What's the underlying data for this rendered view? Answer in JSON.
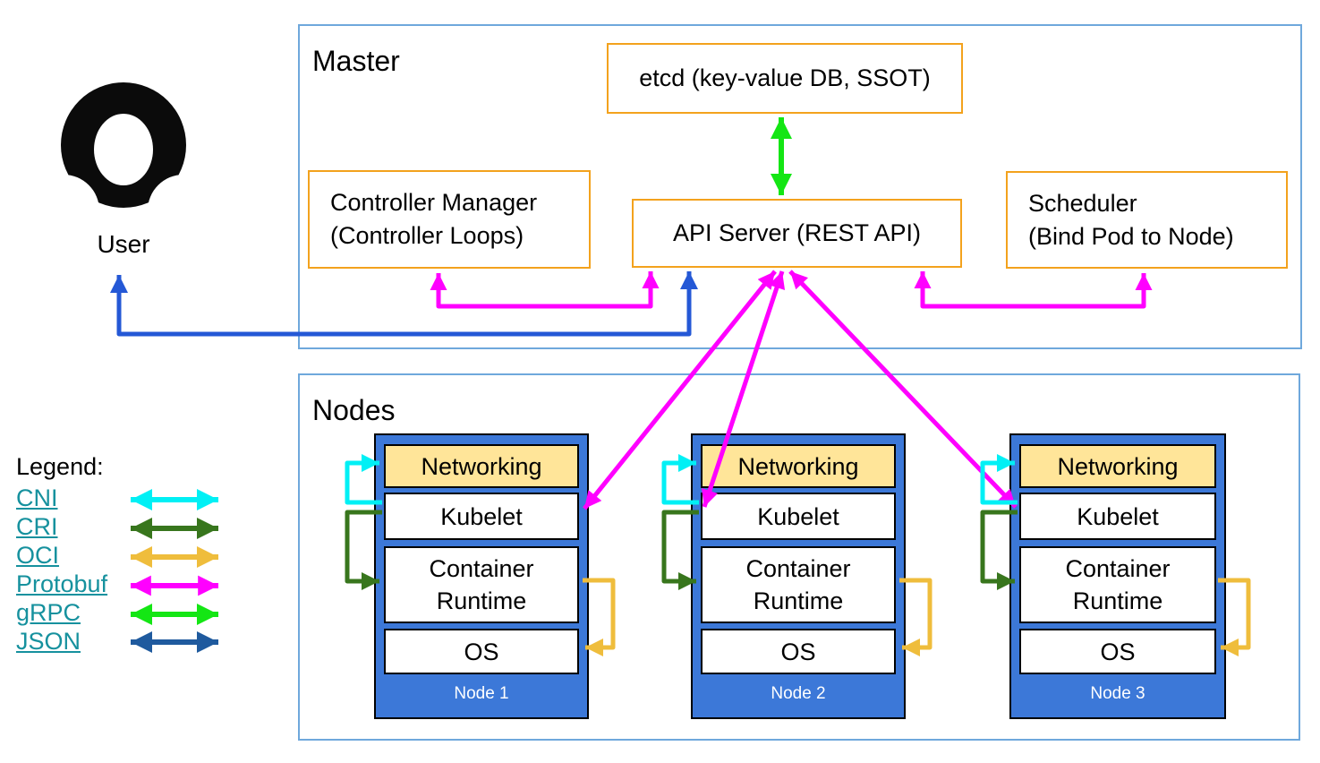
{
  "user": {
    "label": "User"
  },
  "master": {
    "label": "Master",
    "etcd": "etcd (key-value DB, SSOT)",
    "api_server": "API Server (REST API)",
    "controller_manager_line1": "Controller Manager",
    "controller_manager_line2": "(Controller Loops)",
    "scheduler_line1": "Scheduler",
    "scheduler_line2": "(Bind Pod to Node)"
  },
  "nodes_section": {
    "label": "Nodes",
    "items": [
      {
        "name": "Node 1",
        "networking": "Networking",
        "kubelet": "Kubelet",
        "runtime_line1": "Container",
        "runtime_line2": "Runtime",
        "os": "OS"
      },
      {
        "name": "Node 2",
        "networking": "Networking",
        "kubelet": "Kubelet",
        "runtime_line1": "Container",
        "runtime_line2": "Runtime",
        "os": "OS"
      },
      {
        "name": "Node 3",
        "networking": "Networking",
        "kubelet": "Kubelet",
        "runtime_line1": "Container",
        "runtime_line2": "Runtime",
        "os": "OS"
      }
    ]
  },
  "legend": {
    "title": "Legend:",
    "items": [
      {
        "label": "CNI"
      },
      {
        "label": "CRI"
      },
      {
        "label": "OCI"
      },
      {
        "label": "Protobuf"
      },
      {
        "label": "gRPC"
      },
      {
        "label": "JSON"
      }
    ]
  },
  "colors": {
    "cni": "#00f0f5",
    "cri": "#38761d",
    "oci": "#efbd3c",
    "protobuf": "#ff00ff",
    "grpc": "#14e614",
    "json_legend": "#1f5a9e",
    "user_line": "#2458d6",
    "link": "#16919e",
    "box_border": "#f3a21d",
    "frame_border": "#6fa8dc",
    "node_fill": "#3c78d8",
    "networking_fill": "#ffe599"
  }
}
